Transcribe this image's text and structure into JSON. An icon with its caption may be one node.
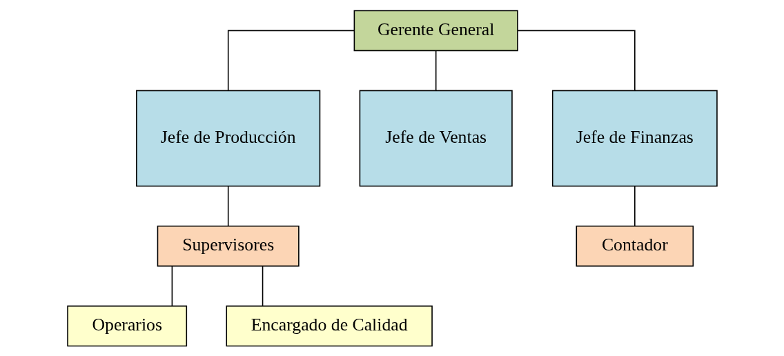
{
  "diagram": {
    "nodes": [
      {
        "text": [
          "Gerente General"
        ]
      },
      {
        "text": [
          "Jefe de Producción"
        ]
      },
      {
        "text": [
          "Jefe de Ventas"
        ]
      },
      {
        "text": [
          "Jefe de Finanzas"
        ]
      },
      {
        "text": [
          "Supervisores"
        ]
      },
      {
        "text": [
          "Contador"
        ]
      },
      {
        "text": [
          "Operarios"
        ]
      },
      {
        "text": [
          "Encargado de Calidad"
        ]
      }
    ],
    "edges": [
      {
        "from": 0,
        "to": 1,
        "arrow": "none"
      },
      {
        "from": 0,
        "to": 2,
        "arrow": "none"
      },
      {
        "from": 0,
        "to": 3,
        "arrow": "none"
      },
      {
        "from": 1,
        "to": 4,
        "arrow": "none"
      },
      {
        "from": 3,
        "to": 5,
        "arrow": "none"
      },
      {
        "from": 4,
        "to": 6,
        "arrow": "none"
      },
      {
        "from": 4,
        "to": 7,
        "arrow": "none"
      }
    ]
  }
}
